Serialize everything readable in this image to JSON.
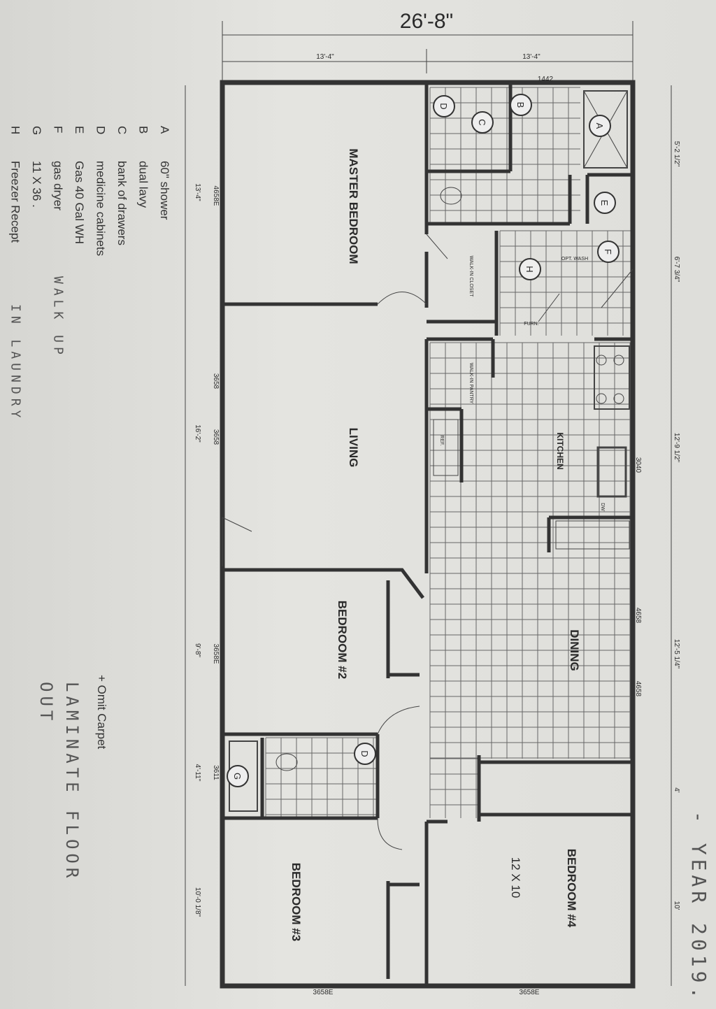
{
  "plan": {
    "overall_width": "26'-8\"",
    "top_dims": [
      "13'-4\"",
      "13'-4\""
    ],
    "top_window": "1442",
    "right_dims": [
      "5'-2 1/2\"",
      "6'-7 3/4\"",
      "12'-9 1/2\"",
      "12'-5 1/4\"",
      "4'",
      "10'"
    ],
    "left_dims": [
      "13'-4\"",
      "16'-2\"",
      "9'-8\"",
      "4'-11\"",
      "10'-0 1/8\""
    ],
    "windows": {
      "master": "4658E",
      "living_1": "3658",
      "living_2": "3658",
      "bed2": "3658E",
      "bath2": "3611",
      "bed3_bottom": "3658E",
      "bed4_bottom": "3658E",
      "kitchen": "3040",
      "dining_1": "4658",
      "dining_2": "4658"
    },
    "rooms": {
      "master": "MASTER BEDROOM",
      "living": "LIVING",
      "kitchen": "KITCHEN",
      "dining": "DINING",
      "bed2": "BEDROOM #2",
      "bed3": "BEDROOM #3",
      "bed4": "BEDROOM #4",
      "bed4_size": "12 X 10",
      "walkin_closet": "WALK-IN CLOSET",
      "walkin_pantry": "WALK-IN PANTRY",
      "ref": "REF.",
      "dw": "DW",
      "opt_wash": "OPT. WASH",
      "furn": "FURN."
    },
    "markers": [
      "A",
      "B",
      "C",
      "D",
      "E",
      "F",
      "G",
      "H",
      "D"
    ]
  },
  "legend": [
    {
      "key": "A",
      "text": "60\" shower"
    },
    {
      "key": "B",
      "text": "dual lavy"
    },
    {
      "key": "C",
      "text": "bank of drawers"
    },
    {
      "key": "D",
      "text": "medicine cabinets"
    },
    {
      "key": "E",
      "text": "Gas 40 Gal WH"
    },
    {
      "key": "F",
      "text": "gas dryer",
      "note": "WALK UP"
    },
    {
      "key": "G",
      "text": "11 X 36 ."
    },
    {
      "key": "H",
      "text": "Freezer Recept",
      "note": "IN LAUNDRY"
    }
  ],
  "annotations": {
    "omit_carpet": "+ Omit Carpet",
    "laminate": "LAMINATE FLOOR",
    "out": "OUT",
    "year": "- YEAR 2019."
  }
}
